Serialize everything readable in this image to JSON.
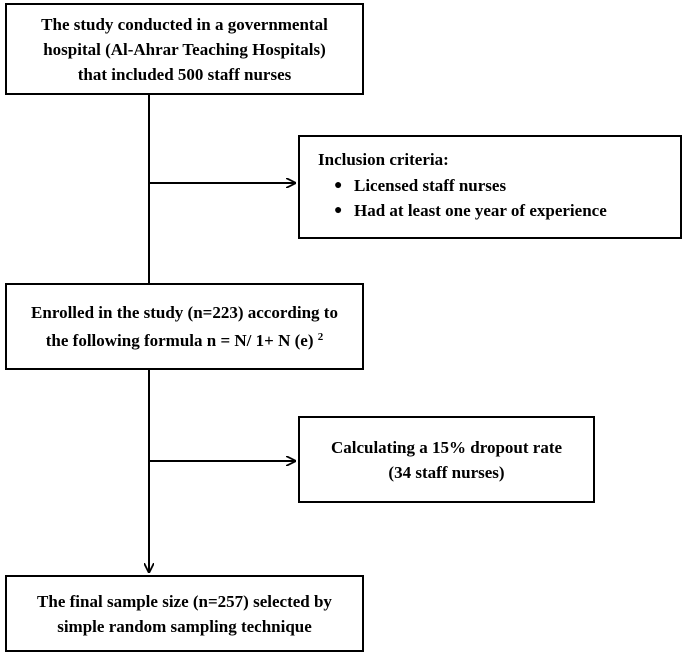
{
  "box1": {
    "lines": [
      "The study conducted in a governmental",
      "hospital (Al-Ahrar Teaching Hospitals)",
      "that included 500 staff nurses"
    ]
  },
  "inclusion": {
    "title": "Inclusion criteria:",
    "items": [
      "Licensed staff nurses",
      "Had at least one year of experience"
    ]
  },
  "box3": {
    "line1": "Enrolled in the study (n=223) according to",
    "line2": "the following formula n = N/ 1+ N (e)",
    "superscript": "2"
  },
  "box4": {
    "lines": [
      "Calculating a 15% dropout rate",
      "(34 staff nurses)"
    ]
  },
  "box5": {
    "lines": [
      "The final sample size (n=257) selected by",
      "simple random sampling technique"
    ]
  }
}
